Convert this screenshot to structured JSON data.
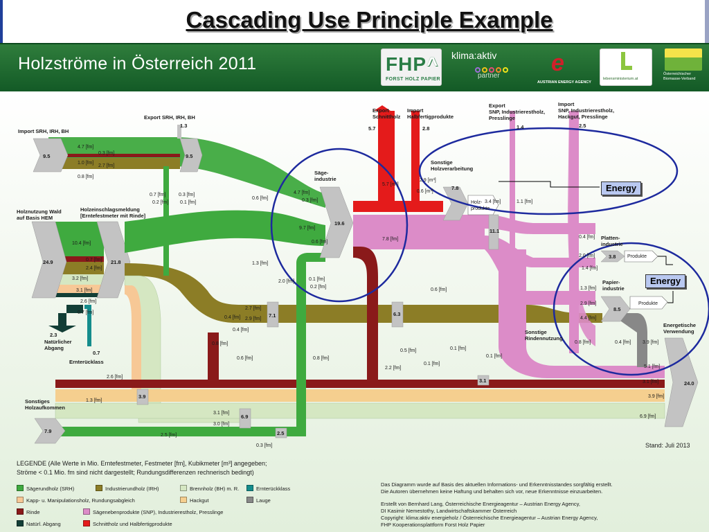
{
  "slide": {
    "title": "Cascading Use Principle Example"
  },
  "banner": {
    "title": "Holzströme in Österreich 2011",
    "logos": [
      {
        "name": "FHP",
        "sub": "FORST HOLZ PAPIER"
      },
      {
        "name": "klima:aktiv",
        "sub": "partner"
      },
      {
        "name": "AUSTRIAN ENERGY AGENCY"
      },
      {
        "name": "lebensministerium.at"
      },
      {
        "name": "Österreichischer Biomasse-Verband"
      }
    ]
  },
  "colors": {
    "saegerundholz": "#3faa3f",
    "industrierundholz": "#8c7d26",
    "brennholz": "#d5e7c2",
    "ernterueckklass": "#148c8c",
    "kapp": "#f7c896",
    "hackgut": "#f5cf8f",
    "lauge": "#888888",
    "rinde": "#8a1a1a",
    "saegenebenprodukte": "#dc8cc8",
    "natabgang": "#123e36",
    "schnittholz": "#e41b1b",
    "node": "#c3c3c3",
    "circle": "#1d2a9e"
  },
  "diagram": {
    "nodes": {
      "import": {
        "label": "Import SRH, IRH, BH",
        "value": "9.5"
      },
      "import_mid": {
        "value": "9.5"
      },
      "export_srh": {
        "label": "Export SRH, IRH, BH",
        "value": "1.3"
      },
      "holznutzung": {
        "label1": "Holznutzung Wald",
        "label2": "auf Basis HEM",
        "value": "24.9"
      },
      "holzeinschlag": {
        "label1": "Holzeinschlagsmeldung",
        "label2": "[Erntefestmeter mit Rinde]",
        "value": "21.8"
      },
      "natuerlich": {
        "label1": "Natürlicher",
        "label2": "Abgang",
        "value": "2.3"
      },
      "ernterueck": {
        "label": "Ernterücklass",
        "value": "0.7"
      },
      "sonstiges": {
        "label1": "Sonstiges",
        "label2": "Holzaufkommen",
        "value": "7.9"
      },
      "saege": {
        "label1": "Säge-",
        "label2": "industrie",
        "value": "19.6"
      },
      "export_schnitt": {
        "label1": "Export",
        "label2": "Schnittholz",
        "value": "5.7"
      },
      "import_halb": {
        "label1": "Import",
        "label2": "Halbfertigprodukte",
        "value": "2.8"
      },
      "sonstige_hv": {
        "label1": "Sonstige",
        "label2": "Holzverarbeitung",
        "value": "7.8"
      },
      "holzprodukte": {
        "label1": "Holz-",
        "label2": "produkte"
      },
      "export_snp": {
        "label1": "Export",
        "label2": "SNP, Industrierestholz,",
        "label3": "Presslinge",
        "value": "1.4"
      },
      "import_snp": {
        "label1": "Import",
        "label2": "SNP, Industrierestholz,",
        "label3": "Hackgut, Presslinge",
        "value": "2.5"
      },
      "platten": {
        "label1": "Platten-",
        "label2": "industrie",
        "value": "3.8",
        "produkte": "Produkte"
      },
      "papier": {
        "label1": "Papier-",
        "label2": "industrie",
        "value": "8.5",
        "produkte": "Produkte"
      },
      "energetische": {
        "label1": "Energetische",
        "label2": "Verwendung",
        "value": "24.0"
      },
      "rindennutzung": {
        "label1": "Sonstige",
        "label2": "Rindennutzung"
      },
      "mid_11": {
        "value": "11.1"
      },
      "mid_71": {
        "value": "7.1"
      },
      "mid_63": {
        "value": "6.3"
      },
      "mid_39": {
        "value": "3.9"
      },
      "mid_69": {
        "value": "6.9"
      },
      "mid_25": {
        "value": "2.5"
      },
      "mid_31": {
        "value": "3.1"
      }
    },
    "flow_labels": [
      "4.7 [fm]",
      "0.3 [fm]",
      "1.0 [fm]",
      "2.7 [fm]",
      "0.8 [fm]",
      "0.7 [fm]",
      "0.3 [fm]",
      "0.2 [fm]",
      "0.1 [fm]",
      "10.4 [fm]",
      "0.7 [fm]",
      "2.4 [fm]",
      "3.2 [fm]",
      "3.1 [fm]",
      "2.6 [fm]",
      "0.7 [fm]",
      "0.6 [fm]",
      "4.7 [fm]",
      "0.3 [fm]",
      "9.7 [fm]",
      "0.6 [fm]",
      "1.3 [fm]",
      "2.0 [fm]",
      "0.1 [fm]",
      "0.2 [fm]",
      "2.7 [fm]",
      "2.9 [fm]",
      "0.4 [fm]",
      "0.4 [fm]",
      "0.8 [fm]",
      "0.6 [fm]",
      "2.6 [fm]",
      "1.3 [fm]",
      "3.1 [fm]",
      "3.0 [fm]",
      "2.5 [fm]",
      "0.3 [fm]",
      "0.8 [fm]",
      "5.7 [m³]",
      "2.9 [m³]",
      "0.6 [m³]",
      "7.8 [fm]",
      "1.1 [fm]",
      "3.4 [fm]",
      "0.6 [fm]",
      "0.5 [fm]",
      "2.2 [fm]",
      "0.1 [fm]",
      "0.1 [fm]",
      "0.1 [fm]",
      "0.4 [fm]",
      "2.0 [fm]",
      "1.4 [fm]",
      "1.3 [fm]",
      "2.9 [fm]",
      "4.4 [fm]",
      "0.8 [fm]",
      "0.4 [fm]",
      "3.9 [fm]",
      "5.1 [fm]",
      "3.1 [fm]",
      "3.9 [fm]",
      "6.9 [fm]"
    ],
    "energy_label": "Energy",
    "stand": "Stand: Juli 2013"
  },
  "legend": {
    "title": "LEGENDE     (Alle Werte in Mio. Erntefestmeter, Festmeter [fm], Kubikmeter [m³] angegeben;",
    "title2": "Ströme  <  0.1 Mio. fm sind nicht dargestellt; Rundungsdifferenzen rechnerisch bedingt)",
    "items": [
      {
        "label": "Sägerundholz (SRH)",
        "color": "#3faa3f"
      },
      {
        "label": "Industrierundholz (IRH)",
        "color": "#8c7d26"
      },
      {
        "label": "Brennholz (BH) m. R.",
        "color": "#d5e7c2"
      },
      {
        "label": "Ernterückklass",
        "color": "#148c8c"
      },
      {
        "label": "Kapp- u. Manipulationsholz, Rundungsabgleich",
        "color": "#f7c896"
      },
      {
        "label": "Hackgut",
        "color": "#f5cf8f"
      },
      {
        "label": "Lauge",
        "color": "#888888"
      },
      {
        "label": "Rinde",
        "color": "#8a1a1a"
      },
      {
        "label": "Sägenebenprodukte (SNP), Industrierestholz, Presslinge",
        "color": "#dc8cc8"
      },
      {
        "label": "Natürl. Abgang",
        "color": "#123e36"
      },
      {
        "label": "Schnittholz und Halbfertigprodukte",
        "color": "#e41b1b"
      }
    ]
  },
  "credits": {
    "p1": "Das Diagramm wurde auf Basis des aktuellen Informations- und Erkenntnisstandes sorgfältig erstellt.",
    "p2": "Die Autoren übernehmen keine Haftung und behalten sich vor, neue Erkenntnisse einzuarbeiten.",
    "p3": "Erstellt von Bernhard Lang, Österreichische Energieagentur – Austrian Energy Agency,",
    "p4": "DI Kasimir Nemestothy, Landwirtschaftskammer Österreich",
    "p5": "Copyright: klima:aktiv energieholz / Österreichische Energieagentur – Austrian Energy Agency,",
    "p6": "FHP Kooperationsplattform Forst Holz Papier"
  }
}
